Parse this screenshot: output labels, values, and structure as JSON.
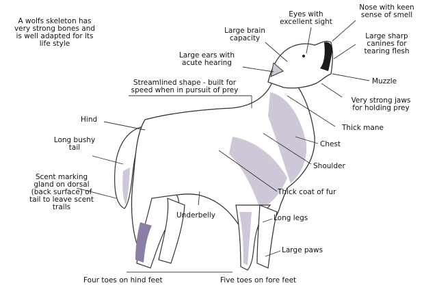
{
  "intro": "A wolfs skeleton has\nvery strong bones and\nis well adapted for its\nlife style",
  "labels": {
    "nose": "Nose with keen\nsense of smell",
    "eyes": "Eyes with\nexcellent sight",
    "brain": "Large brain\ncapacity",
    "canines": "Large sharp\ncanines for\ntearing flesh",
    "ears": "Large ears with\nacute hearing",
    "muzzle": "Muzzle",
    "streamlined": "Streamlined shape - built for\nspeed when in pursuit of prey",
    "jaws": "Very strong jaws\nfor holding prey",
    "hind": "Hind",
    "mane": "Thick mane",
    "tail": "Long bushy\ntail",
    "chest": "Chest",
    "shoulder": "Shoulder",
    "scent": "Scent marking\ngland on dorsal\n(back surface) of\ntail to leave scent\ntrails",
    "coat": "Thick coat of fur",
    "underbelly": "Underbelly",
    "legs": "Long legs",
    "paws": "Large paws",
    "hindtoes": "Four toes on hind feet",
    "foretoes": "Five toes on fore feet"
  },
  "colors": {
    "fur": "#ffffff",
    "shade": "#cdc7d8",
    "dark": "#8a7ea3",
    "line": "#333333"
  }
}
